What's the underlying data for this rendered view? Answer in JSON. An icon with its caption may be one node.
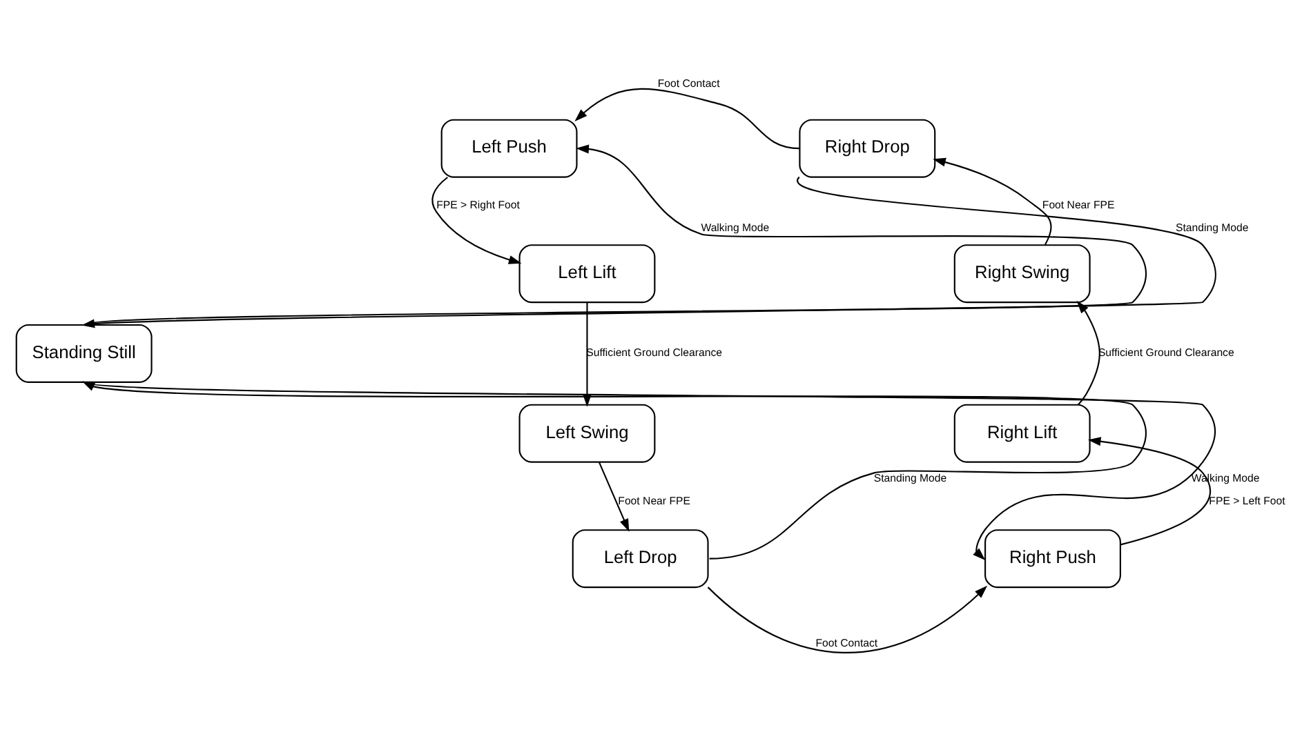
{
  "diagram": {
    "nodes": [
      {
        "text": [
          "Left Push"
        ]
      },
      {
        "text": [
          "Left Lift"
        ]
      },
      {
        "text": [
          "Left Swing"
        ]
      },
      {
        "text": [
          "Left Drop"
        ]
      },
      {
        "text": [
          "Standing Still"
        ]
      },
      {
        "text": [
          "Right Drop"
        ]
      },
      {
        "text": [
          "Right Swing"
        ]
      },
      {
        "text": [
          "Right Lift"
        ]
      },
      {
        "text": [
          "Right Push"
        ]
      }
    ],
    "edges": [
      {
        "from": 0,
        "to": 1,
        "arrow": "to",
        "label": "FPE > Right Foot"
      },
      {
        "from": 1,
        "to": 2,
        "arrow": "to",
        "label": "Sufficient Ground Clearance"
      },
      {
        "from": 2,
        "to": 3,
        "arrow": "to",
        "label": "Foot Near FPE"
      },
      {
        "from": 3,
        "to": 4,
        "arrow": "to",
        "label": "Standing Mode"
      },
      {
        "from": 3,
        "to": 8,
        "arrow": "to",
        "label": "Foot Contact"
      },
      {
        "from": 4,
        "to": 8,
        "arrow": "to",
        "label": "Walking Mode"
      },
      {
        "from": 8,
        "to": 7,
        "arrow": "to",
        "label": "FPE > Left Foot"
      },
      {
        "from": 7,
        "to": 6,
        "arrow": "to",
        "label": "Sufficient Ground Clearance"
      },
      {
        "from": 6,
        "to": 5,
        "arrow": "to",
        "label": "Foot Near FPE"
      },
      {
        "from": 5,
        "to": 0,
        "arrow": "to",
        "label": "Foot Contact"
      },
      {
        "from": 5,
        "to": 4,
        "arrow": "to",
        "label": "Standing Mode"
      },
      {
        "from": 4,
        "to": 0,
        "arrow": "to",
        "label": "Walking Mode"
      }
    ]
  }
}
